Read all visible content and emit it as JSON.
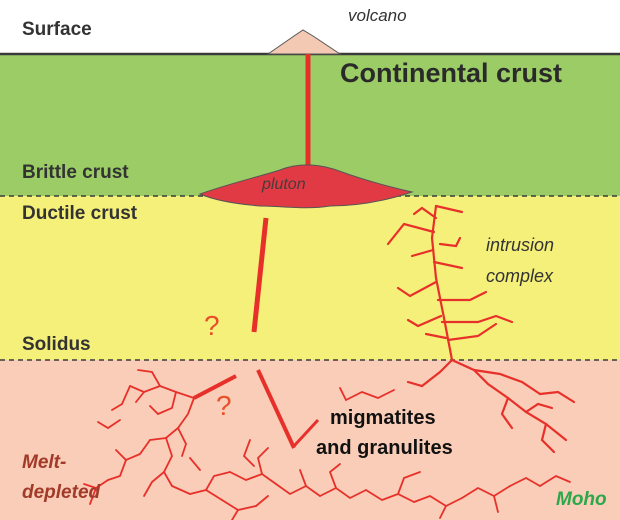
{
  "labels": {
    "surface": "Surface",
    "volcano": "volcano",
    "continental_crust": "Continental crust",
    "brittle_crust": "Brittle crust",
    "pluton": "pluton",
    "ductile_crust": "Ductile crust",
    "intrusion_complex_line1": "intrusion",
    "intrusion_complex_line2": "complex",
    "solidus": "Solidus",
    "question_mark_1": "?",
    "question_mark_2": "?",
    "migmatites_line1": "migmatites",
    "migmatites_line2": "and granulites",
    "melt_depleted_line1": "Melt-",
    "melt_depleted_line2": "depleted",
    "moho": "Moho"
  },
  "colors": {
    "surface_band": "#ffffff",
    "continental_crust": "#9ccc66",
    "ductile_crust": "#f5f07a",
    "lower_crust": "#f9cdb7",
    "magma": "#e8302a",
    "pluton_fill": "#e23a45",
    "volcano_fill": "#f3c9b3",
    "moho_text": "#2aa84a",
    "melt_depleted_text": "#a23a2a",
    "question_mark": "#e8502a"
  }
}
